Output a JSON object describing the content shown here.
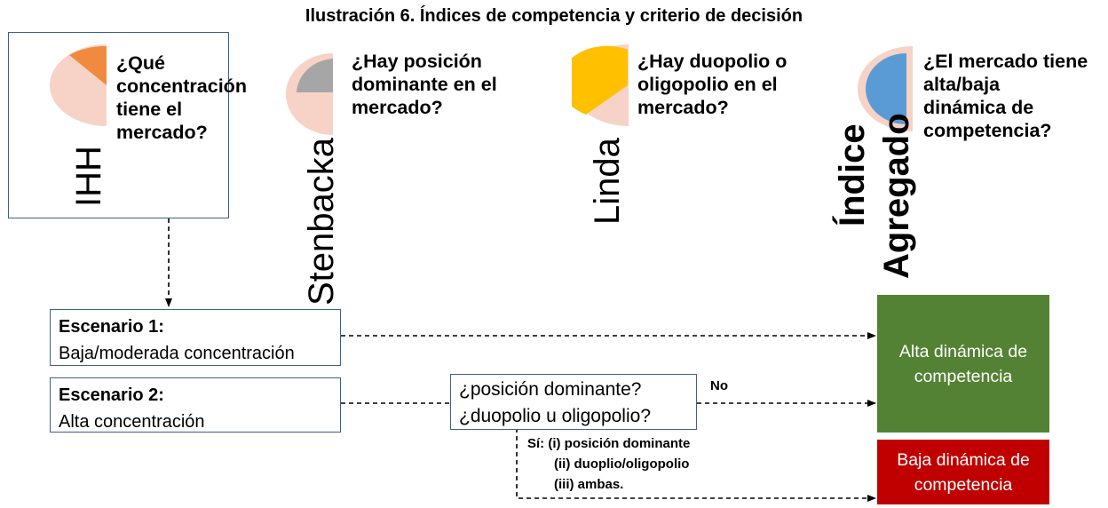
{
  "title": "Ilustración 6. Índices de competencia y criterio de decisión",
  "indices": [
    {
      "name": "IHH",
      "question": [
        "¿Qué",
        "concentración",
        "tiene el",
        "mercado?"
      ],
      "color": "#f08a3e"
    },
    {
      "name": "Stenbacka",
      "question": [
        "¿Hay posición",
        "dominante en el",
        "mercado?"
      ],
      "color": "#a6a6a6"
    },
    {
      "name": "Linda",
      "question": [
        "¿Hay duopolio o",
        "oligopolio en el",
        "mercado?"
      ],
      "color": "#ffc000"
    },
    {
      "name_line1": "Índice",
      "name_line2": "Agregado",
      "question": [
        "¿El mercado tiene",
        "alta/baja",
        "dinámica de",
        "competencia?"
      ],
      "color": "#5b9bd5"
    }
  ],
  "pie_bg_color": "#f6d3c6",
  "scenarios": [
    {
      "title": "Escenario 1:",
      "text": "Baja/moderada concentración"
    },
    {
      "title": "Escenario 2:",
      "text": "Alta concentración"
    }
  ],
  "decision": {
    "line1": "¿posición dominante?",
    "line2": "¿duopolio u oligopolio?"
  },
  "no_label": "No",
  "si_labels": [
    "Sí:  (i) posición dominante",
    "(ii) duoplio/oligopolio",
    "(iii) ambas."
  ],
  "results": {
    "high": {
      "line1": "Alta dinámica de",
      "line2": "competencia",
      "color": "#548235"
    },
    "low": {
      "line1": "Baja dinámica de",
      "line2": "competencia",
      "color": "#c00000"
    }
  }
}
